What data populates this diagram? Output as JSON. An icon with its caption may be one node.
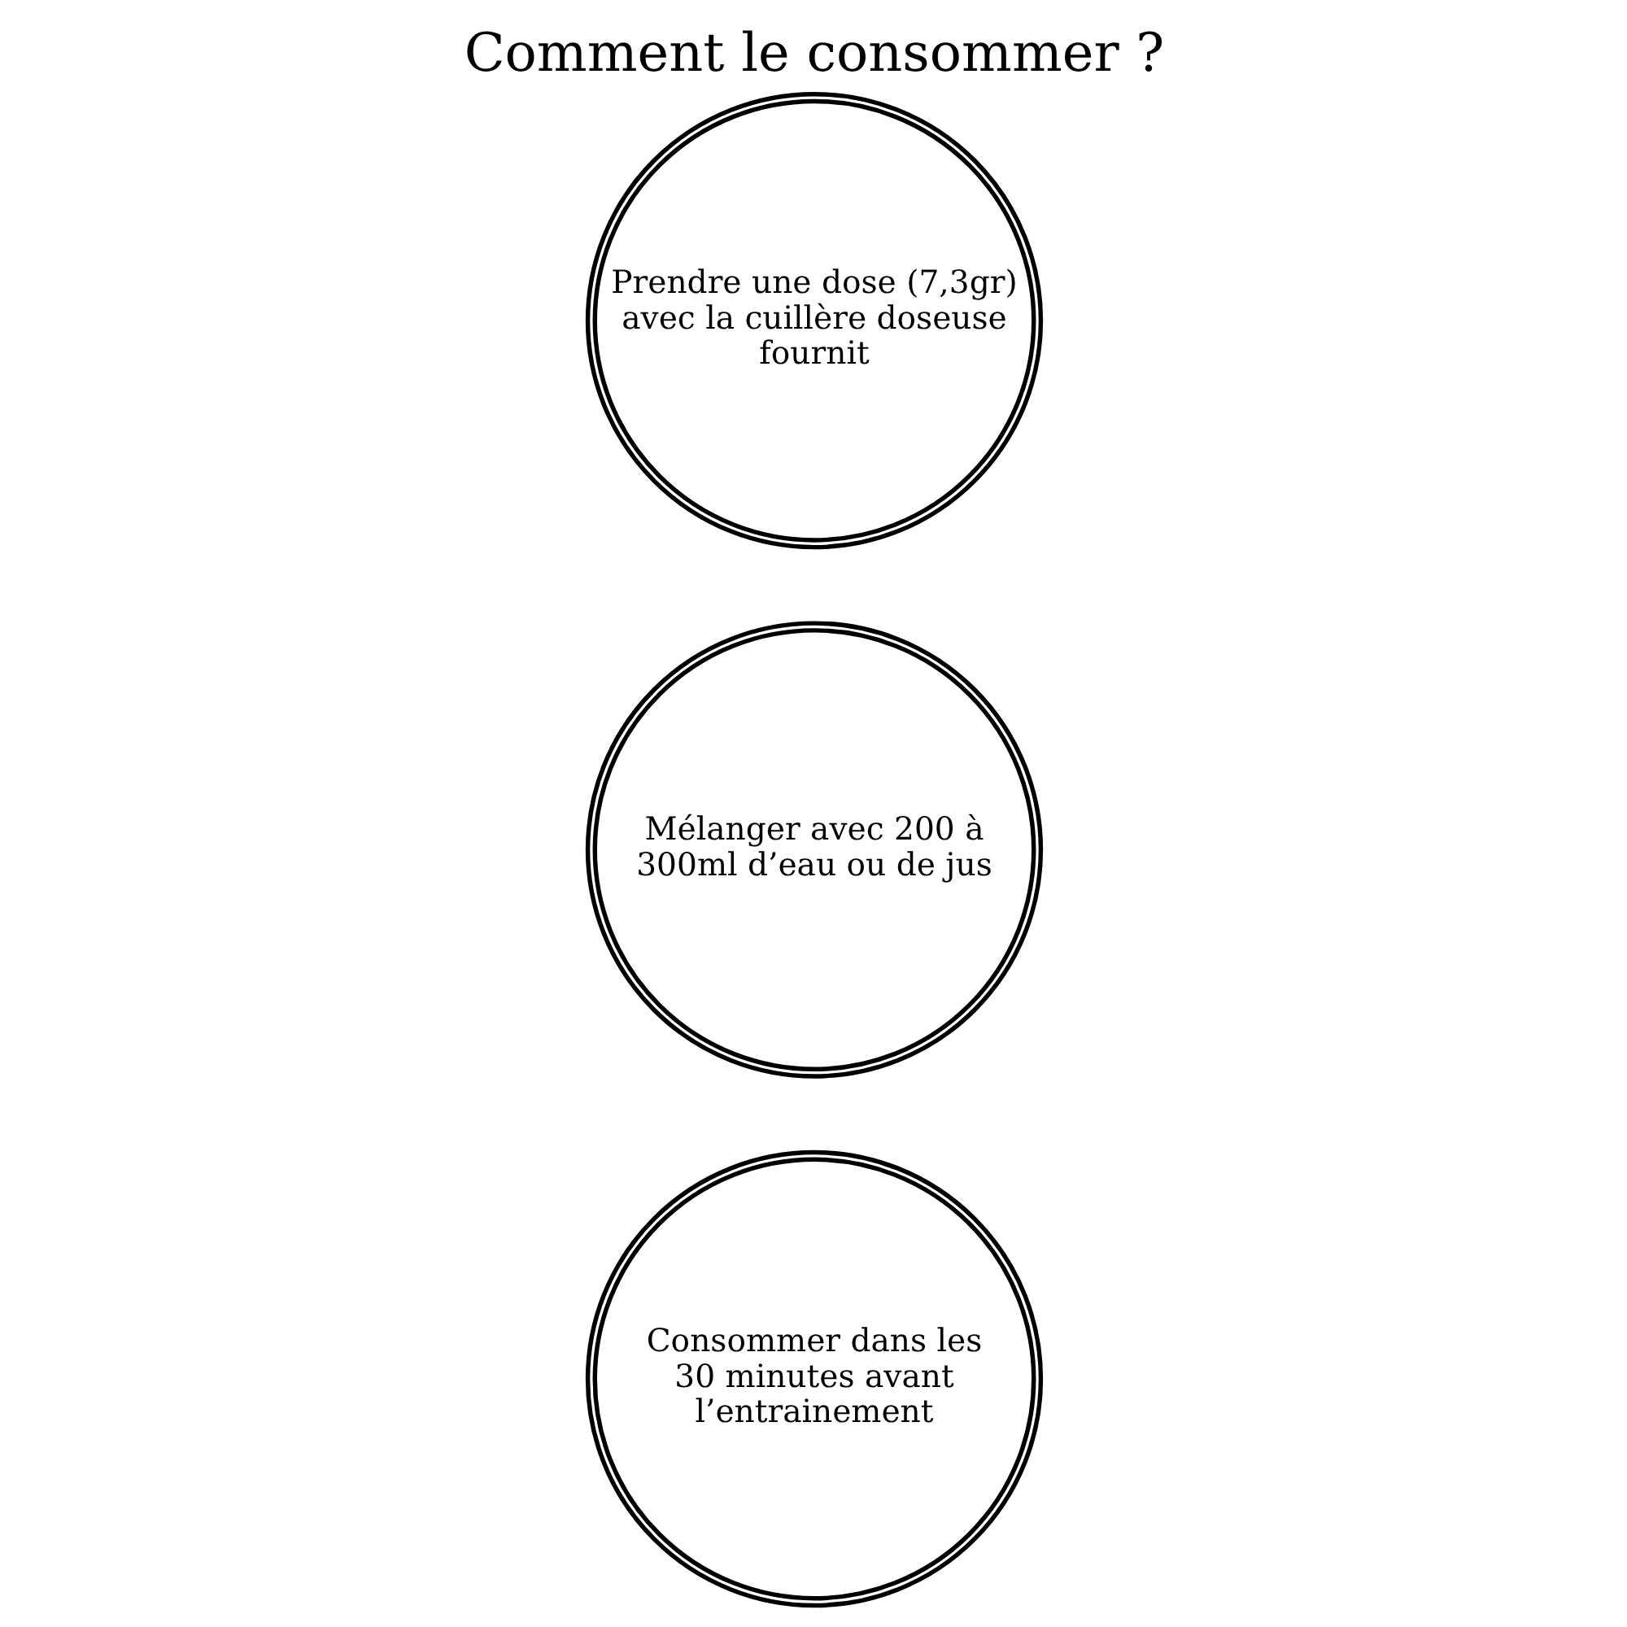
{
  "diagram": {
    "title": "Comment le consommer ?",
    "nodes": [
      {
        "text": [
          "Prendre une dose (7,3gr) avec la cuillère doseuse fournit"
        ]
      },
      {
        "text": [
          "Mélanger avec 200 à 300ml d’eau ou de jus"
        ]
      },
      {
        "text": [
          "Consommer dans les 30 minutes avant l’entrainement"
        ]
      }
    ]
  }
}
